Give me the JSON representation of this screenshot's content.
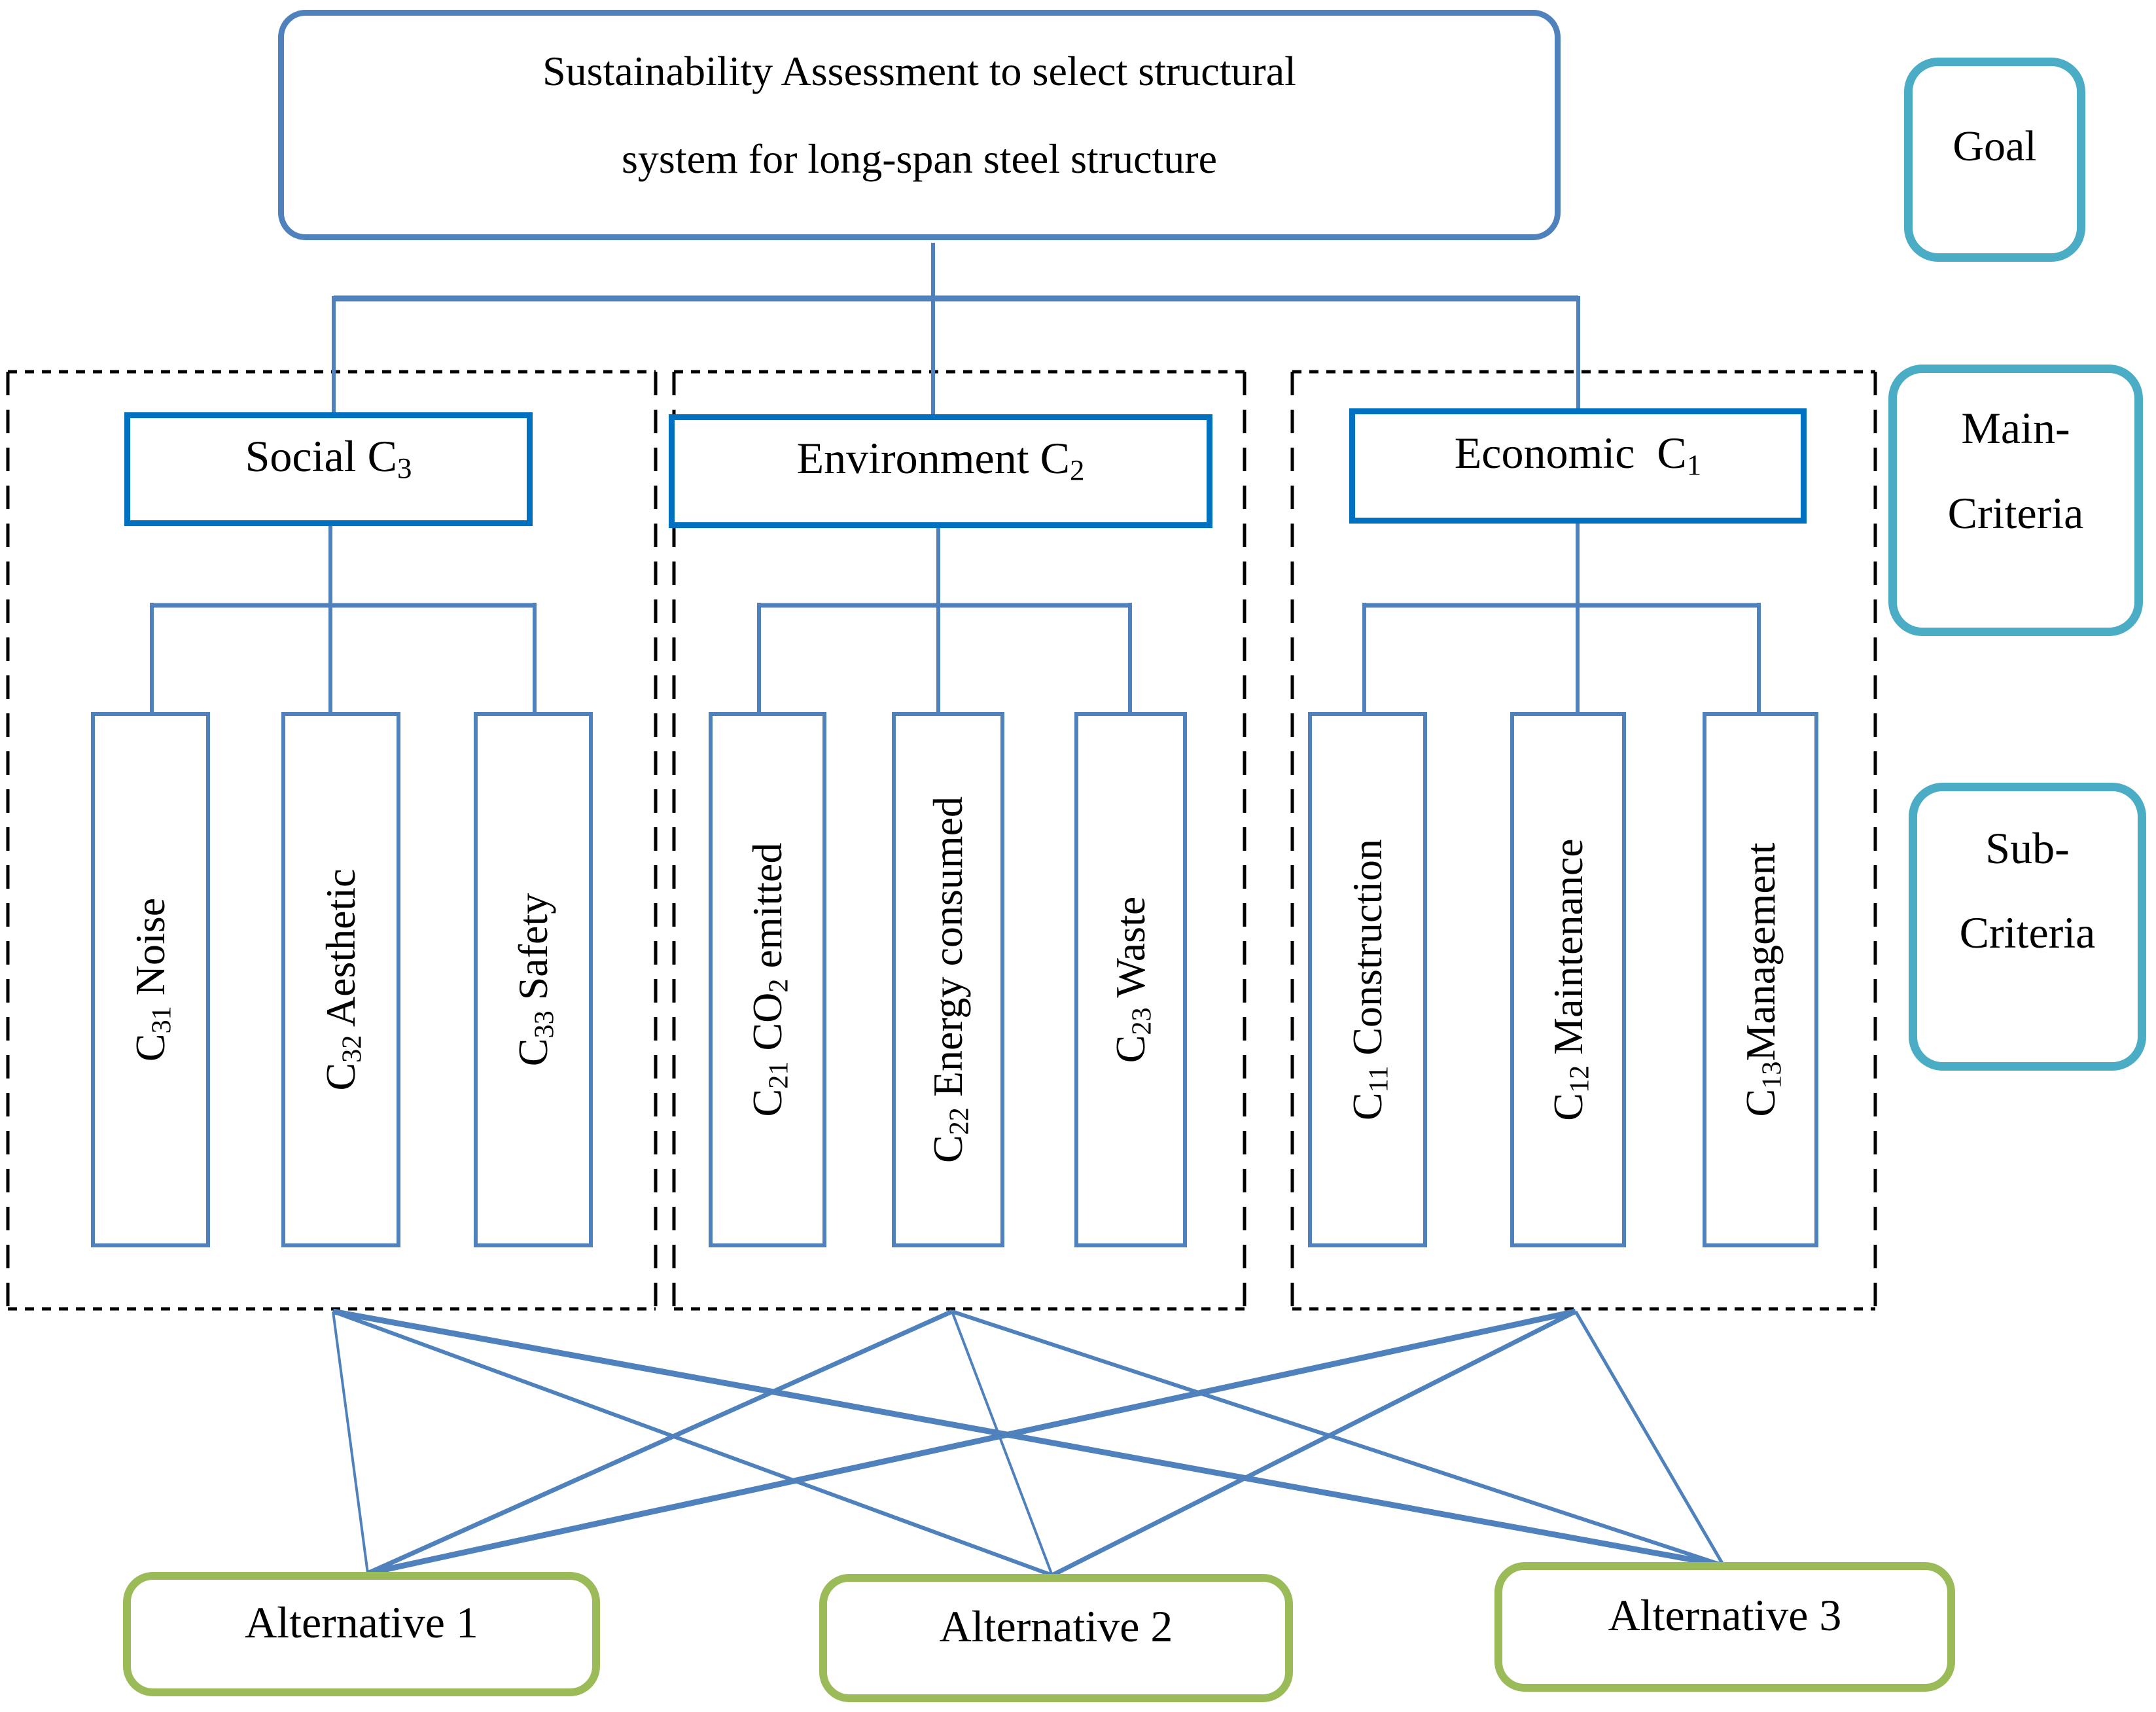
{
  "colors": {
    "connector_blue": "#4f81bd",
    "criteria_border_blue": "#0070c0",
    "legend_border_teal": "#4bacc6",
    "alternative_border_green": "#9bbb59",
    "dashed_border_black": "#000000",
    "text_black": "#000000"
  },
  "goal_box": {
    "lines": [
      "Sustainability Assessment to select structural",
      "system for long-span steel structure"
    ]
  },
  "legend": {
    "goal": {
      "lines": [
        "Goal",
        ""
      ]
    },
    "main_criteria": {
      "lines": [
        "Main-",
        "Criteria"
      ]
    },
    "sub_criteria": {
      "lines": [
        "Sub-",
        "Criteria"
      ]
    }
  },
  "main_criteria": {
    "social": {
      "segments": [
        {
          "t": "Social C"
        },
        {
          "s": "3"
        }
      ]
    },
    "environment": {
      "segments": [
        {
          "t": "Environment C"
        },
        {
          "s": "2"
        }
      ]
    },
    "economic": {
      "segments": [
        {
          "t": "Economic C"
        },
        {
          "s": "1"
        }
      ]
    }
  },
  "sub_criteria": {
    "social": [
      {
        "segments": [
          {
            "t": "C"
          },
          {
            "s": "31"
          },
          {
            "t": " Noise"
          }
        ]
      },
      {
        "segments": [
          {
            "t": "C"
          },
          {
            "s": "32"
          },
          {
            "t": " Aesthetic"
          }
        ]
      },
      {
        "segments": [
          {
            "t": "C"
          },
          {
            "s": "33"
          },
          {
            "t": " Safety"
          }
        ]
      }
    ],
    "environment": [
      {
        "segments": [
          {
            "t": "C"
          },
          {
            "s": "21"
          },
          {
            "t": " CO"
          },
          {
            "s": "2"
          },
          {
            "t": " emitted"
          }
        ]
      },
      {
        "segments": [
          {
            "t": "C"
          },
          {
            "s": "22"
          },
          {
            "t": " Energy consumed"
          }
        ]
      },
      {
        "segments": [
          {
            "t": "C"
          },
          {
            "s": "23"
          },
          {
            "t": " Waste"
          }
        ]
      }
    ],
    "economic": [
      {
        "segments": [
          {
            "t": "C"
          },
          {
            "s": "11"
          },
          {
            "t": " Construction"
          }
        ]
      },
      {
        "segments": [
          {
            "t": "C"
          },
          {
            "s": "12"
          },
          {
            "t": " Maintenance"
          }
        ]
      },
      {
        "segments": [
          {
            "t": "C"
          },
          {
            "s": "13"
          },
          {
            "t": "Management"
          }
        ]
      }
    ]
  },
  "alternatives": [
    {
      "label": "Alternative 1"
    },
    {
      "label": "Alternative 2"
    },
    {
      "label": "Alternative 3"
    }
  ]
}
